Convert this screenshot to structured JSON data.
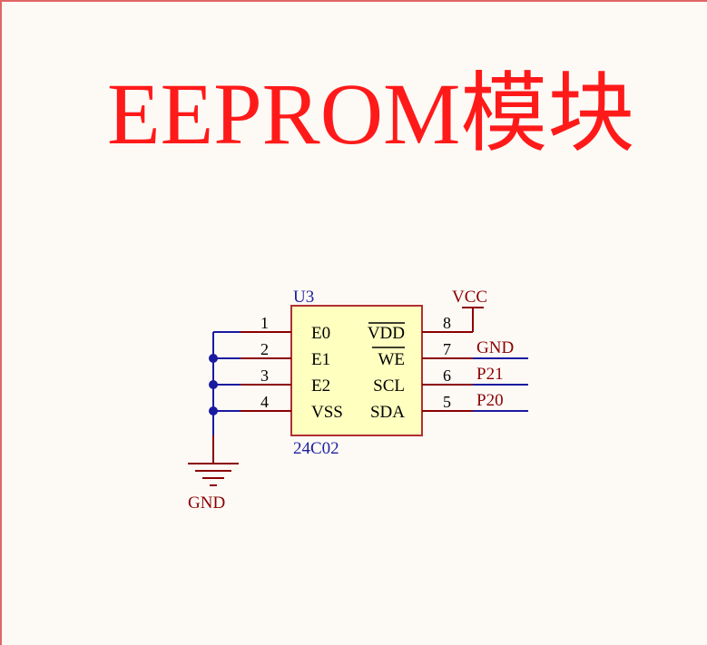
{
  "title": "EEPROM模块",
  "component": {
    "designator": "U3",
    "part": "24C02",
    "left_pins": [
      {
        "number": "1",
        "name": "E0"
      },
      {
        "number": "2",
        "name": "E1"
      },
      {
        "number": "3",
        "name": "E2"
      },
      {
        "number": "4",
        "name": "VSS"
      }
    ],
    "right_pins": [
      {
        "number": "8",
        "name": "VDD",
        "net": "VCC"
      },
      {
        "number": "7",
        "name": "WE",
        "net": "GND"
      },
      {
        "number": "6",
        "name": "SCL",
        "net": "P21"
      },
      {
        "number": "5",
        "name": "SDA",
        "net": "P20"
      }
    ]
  },
  "ground_label": "GND",
  "colors": {
    "title": "#ff1a1a",
    "wire": "#1a1aa0",
    "pin": "#8b0000",
    "body_fill": "#ffffc0",
    "body_stroke": "#b03030",
    "designator": "#2020a0"
  }
}
